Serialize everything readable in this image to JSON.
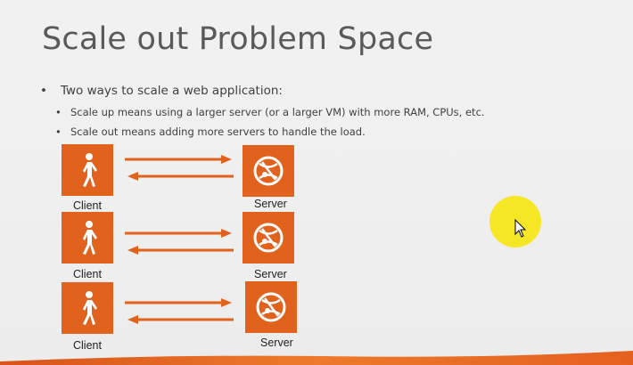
{
  "slide": {
    "title": "Scale out Problem Space",
    "bullet": "Two ways to scale a web application:",
    "sub_bullets": [
      "Scale up means using a larger server (or a larger VM) with more RAM, CPUs, etc.",
      "Scale out means adding more servers to handle the load."
    ],
    "bullet_glyph": "•"
  },
  "diagram": {
    "rows": [
      {
        "client_label": "Client",
        "server_label": "Server"
      },
      {
        "client_label": "Client",
        "server_label": "Server"
      },
      {
        "client_label": "Client",
        "server_label": "Server"
      }
    ]
  },
  "colors": {
    "accent_orange": "#e0621c",
    "highlight_yellow": "#f4e61a"
  },
  "icons": {
    "client": "walking-person-icon",
    "server": "globe-icon",
    "pointer": "mouse-cursor-icon"
  }
}
